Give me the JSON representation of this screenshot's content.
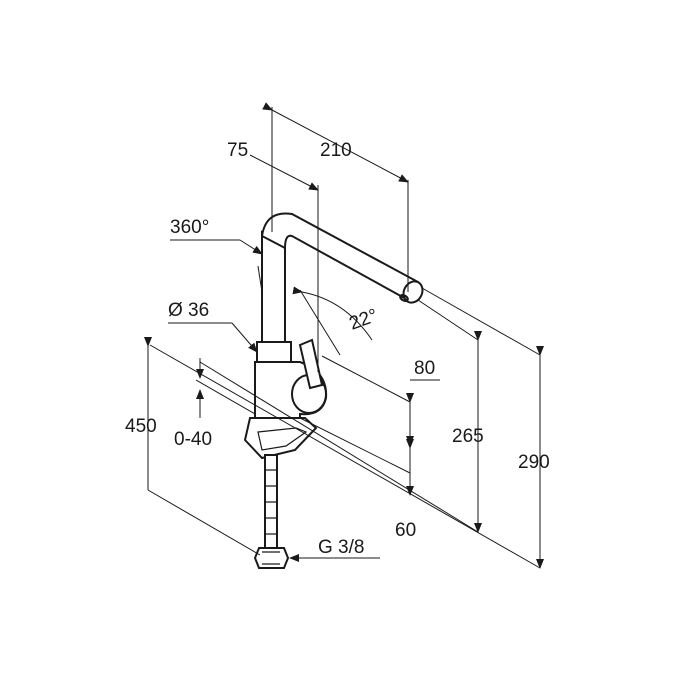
{
  "dimensions": {
    "reach": "210",
    "offset": "75",
    "swivel": "360°",
    "diameter": "Ø 36",
    "lever_angle": "22°",
    "lever_height": "80",
    "spout_height": "265",
    "total_height": "290",
    "hose_length": "450",
    "deck_thickness": "0-40",
    "lower_offset": "60",
    "connection": "G 3/8"
  },
  "colors": {
    "line": "#1a1a1a",
    "background": "#ffffff"
  }
}
